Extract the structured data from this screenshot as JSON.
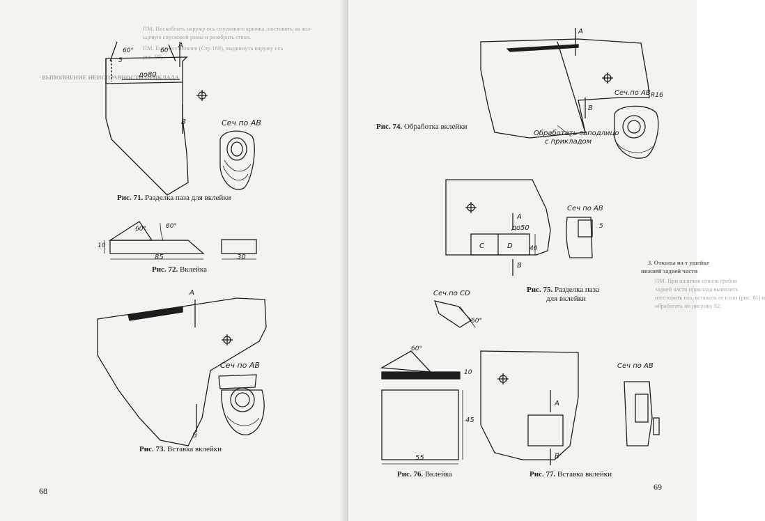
{
  "left_page": {
    "page_number": "68",
    "bleed_text": [
      "ПМ. Поскоблить наружу ось спускового крючка, поставить на кол-",
      "ьцевую спусковой рамы и разобрать ствол.",
      "ПМ. Если установлен (Стр 169), выдвинуть наружу ось",
      "рис. 69).",
      "ВЫПОЛНЕНИЕ НЕИСПРАВНОСТИ ПРИКЛАДА"
    ],
    "fig71": {
      "caption_num": "Рис. 71.",
      "caption_text": "Разделка паза для вклейки",
      "labels": {
        "a": "A",
        "b": "B",
        "angle1": "60°",
        "angle2": "60°",
        "dim5": "5",
        "dim80": "до80",
        "section": "Сеч по АВ"
      }
    },
    "fig72": {
      "caption_num": "Рис. 72.",
      "caption_text": "Вклейка",
      "labels": {
        "angle1": "60°",
        "angle2": "60°",
        "dim10": "10",
        "dim85": "85",
        "dim30": "30"
      }
    },
    "fig73": {
      "caption_num": "Рис. 73.",
      "caption_text": "Вставка вклейки",
      "labels": {
        "a": "A",
        "b": "B",
        "section": "Сеч по АВ"
      }
    }
  },
  "right_page": {
    "page_number": "69",
    "fig74": {
      "caption_num": "Рис. 74.",
      "caption_text": "Обработка вклейки",
      "labels": {
        "a": "A",
        "b": "B",
        "section": "Сеч.по АВ",
        "r16": "R16",
        "note_line1": "Обработать заподлицо",
        "note_line2": "с прикладом"
      }
    },
    "fig75": {
      "caption_num": "Рис. 75.",
      "caption_text_line1": "Разделка паза",
      "caption_text_line2": "для вклейки",
      "labels": {
        "a": "A",
        "b": "B",
        "c": "C",
        "d": "D",
        "dim50": "до50",
        "dim40": "40",
        "dim5": "5",
        "section_ab": "Сеч по АВ",
        "section_cd": "Сеч.по CD",
        "angle": "60°"
      }
    },
    "fig76": {
      "caption_num": "Рис. 76.",
      "caption_text": "Вклейка",
      "labels": {
        "angle": "60°",
        "dim10": "10",
        "dim45": "45",
        "dim55": "55"
      }
    },
    "fig77": {
      "caption_num": "Рис. 77.",
      "caption_text": "Вставка вклейки",
      "labels": {
        "a": "A",
        "b": "B",
        "section": "Сеч по АВ"
      }
    },
    "bleed_text": [
      "3. Отколы на т ушейке",
      "нижней задней части",
      "ПМ. При наличии откола гребня",
      "задней части приклада выпилить",
      "изготовить паз, вставить ее в паз (рис. 81) и",
      "обработать по рисунку 82."
    ]
  },
  "colors": {
    "paper": "#f4f3ef",
    "ink": "#1d1d1d",
    "ghost": "#8f8d88"
  }
}
